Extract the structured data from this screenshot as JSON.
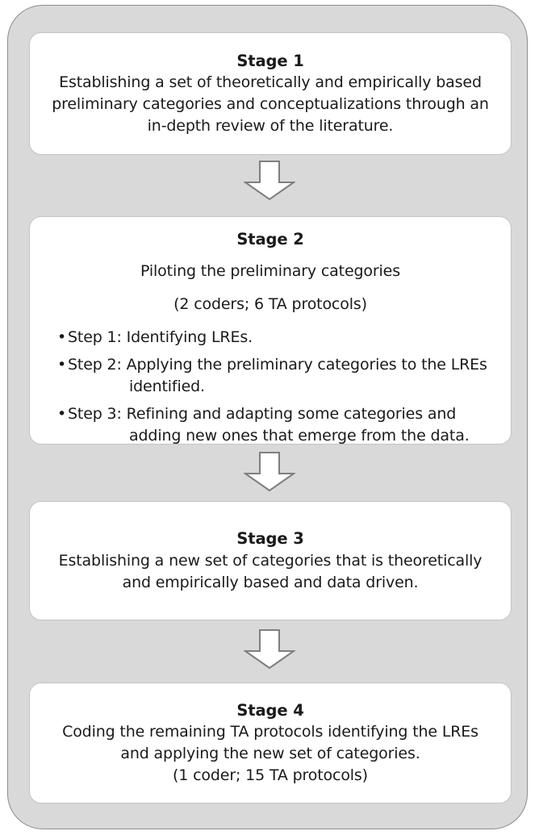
{
  "figure": {
    "type": "flowchart",
    "title": "Four-stage category development process",
    "orientation": "vertical",
    "colors": {
      "page_background": "#ffffff",
      "container_fill": "#d9d9d9",
      "container_border": "#8c8c8c",
      "box_fill": "#ffffff",
      "box_border": "#c4c4c4",
      "text": "#1a1a1a",
      "arrow_fill": "#ffffff",
      "arrow_border": "#7f7f7f"
    }
  },
  "stages": [
    {
      "id": "stage-1",
      "title": "Stage 1",
      "body_lines": [
        "Establishing a set of theoretically and empirically based",
        "preliminary categories and conceptualizations through an",
        "in-depth review of the literature."
      ]
    },
    {
      "id": "stage-2",
      "title": "Stage 2",
      "subtitle": "Piloting the preliminary categories",
      "note": "(2 coders; 6 TA protocols)",
      "bullets": [
        {
          "marker": "•",
          "text": "Step 1: Identifying LREs.",
          "continuation": ""
        },
        {
          "marker": "•",
          "text": "Step 2: Applying the preliminary categories to the LREs",
          "continuation": "identified."
        },
        {
          "marker": "•",
          "text": "Step 3: Refining and adapting some categories and",
          "continuation": "adding new ones that emerge from the data."
        }
      ]
    },
    {
      "id": "stage-3",
      "title": "Stage 3",
      "body_lines": [
        "Establishing a new set of categories that is theoretically",
        "and empirically based and data driven."
      ]
    },
    {
      "id": "stage-4",
      "title": "Stage 4",
      "body_lines": [
        "Coding the remaining TA protocols identifying the LREs",
        "and applying the new set of categories."
      ],
      "note": "(1 coder; 15 TA protocols)"
    }
  ],
  "connectors": [
    {
      "id": "arrow-1",
      "from": "stage-1",
      "to": "stage-2",
      "icon": "arrow-down-icon"
    },
    {
      "id": "arrow-2",
      "from": "stage-2",
      "to": "stage-3",
      "icon": "arrow-down-icon"
    },
    {
      "id": "arrow-3",
      "from": "stage-3",
      "to": "stage-4",
      "icon": "arrow-down-icon"
    }
  ]
}
